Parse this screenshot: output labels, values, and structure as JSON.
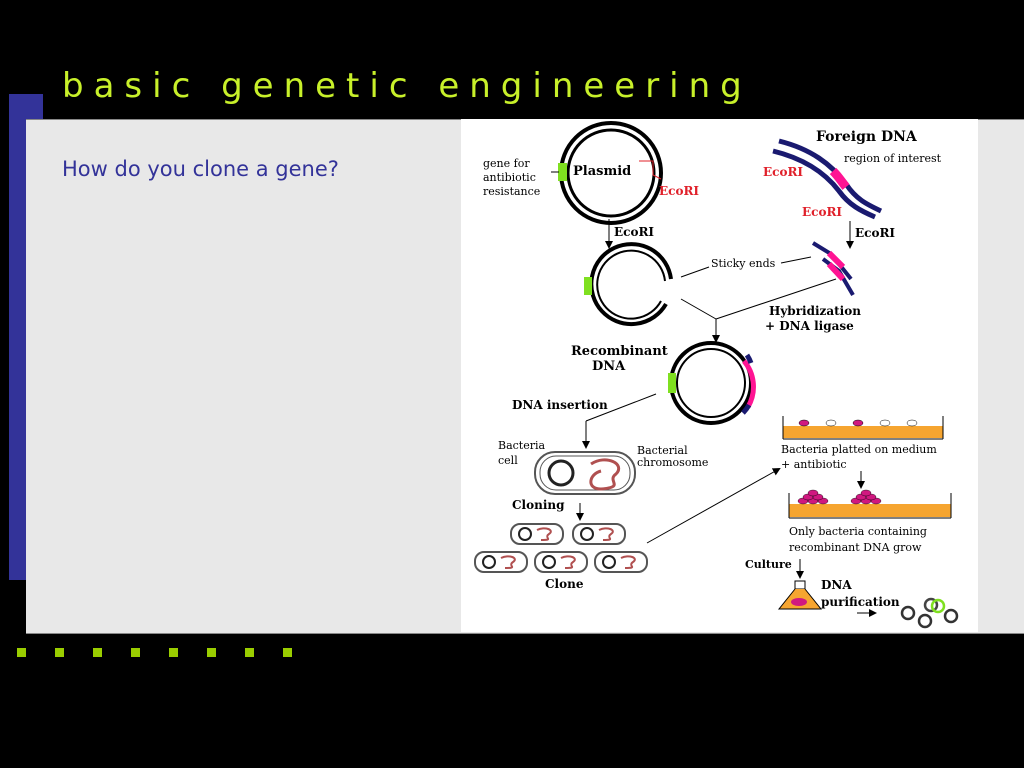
{
  "slide": {
    "title": "basic genetic engineering",
    "question": "How do you clone a gene?",
    "bullet_count": 8,
    "colors": {
      "title": "#c8f02a",
      "accent_bar": "#333399",
      "question_text": "#333399",
      "panel": "#e8e8e8",
      "bullets": "#9acd00"
    }
  },
  "figure": {
    "plasmid_label": "Plasmid",
    "gene_label_1": "gene for",
    "gene_label_2": "antibiotic",
    "gene_label_3": "resistance",
    "ecori": "EcoRI",
    "foreign_dna": "Foreign DNA",
    "region_of_interest": "region of interest",
    "sticky_ends": "Sticky ends",
    "hybridization": "Hybridization",
    "dna_ligase": "+ DNA ligase",
    "recombinant_1": "Recombinant",
    "recombinant_2": "DNA",
    "dna_insertion": "DNA insertion",
    "bacteria_cell_1": "Bacteria",
    "bacteria_cell_2": "cell",
    "bacterial_chromosome_1": "Bacterial",
    "bacterial_chromosome_2": "chromosome",
    "cloning": "Cloning",
    "clone": "Clone",
    "plated_1": "Bacteria platted on medium",
    "plated_2": "+ antibiotic",
    "only_1": "Only bacteria containing",
    "only_2": "recombinant DNA grow",
    "culture": "Culture",
    "dna_purification_1": "DNA",
    "dna_purification_2": "purification"
  }
}
